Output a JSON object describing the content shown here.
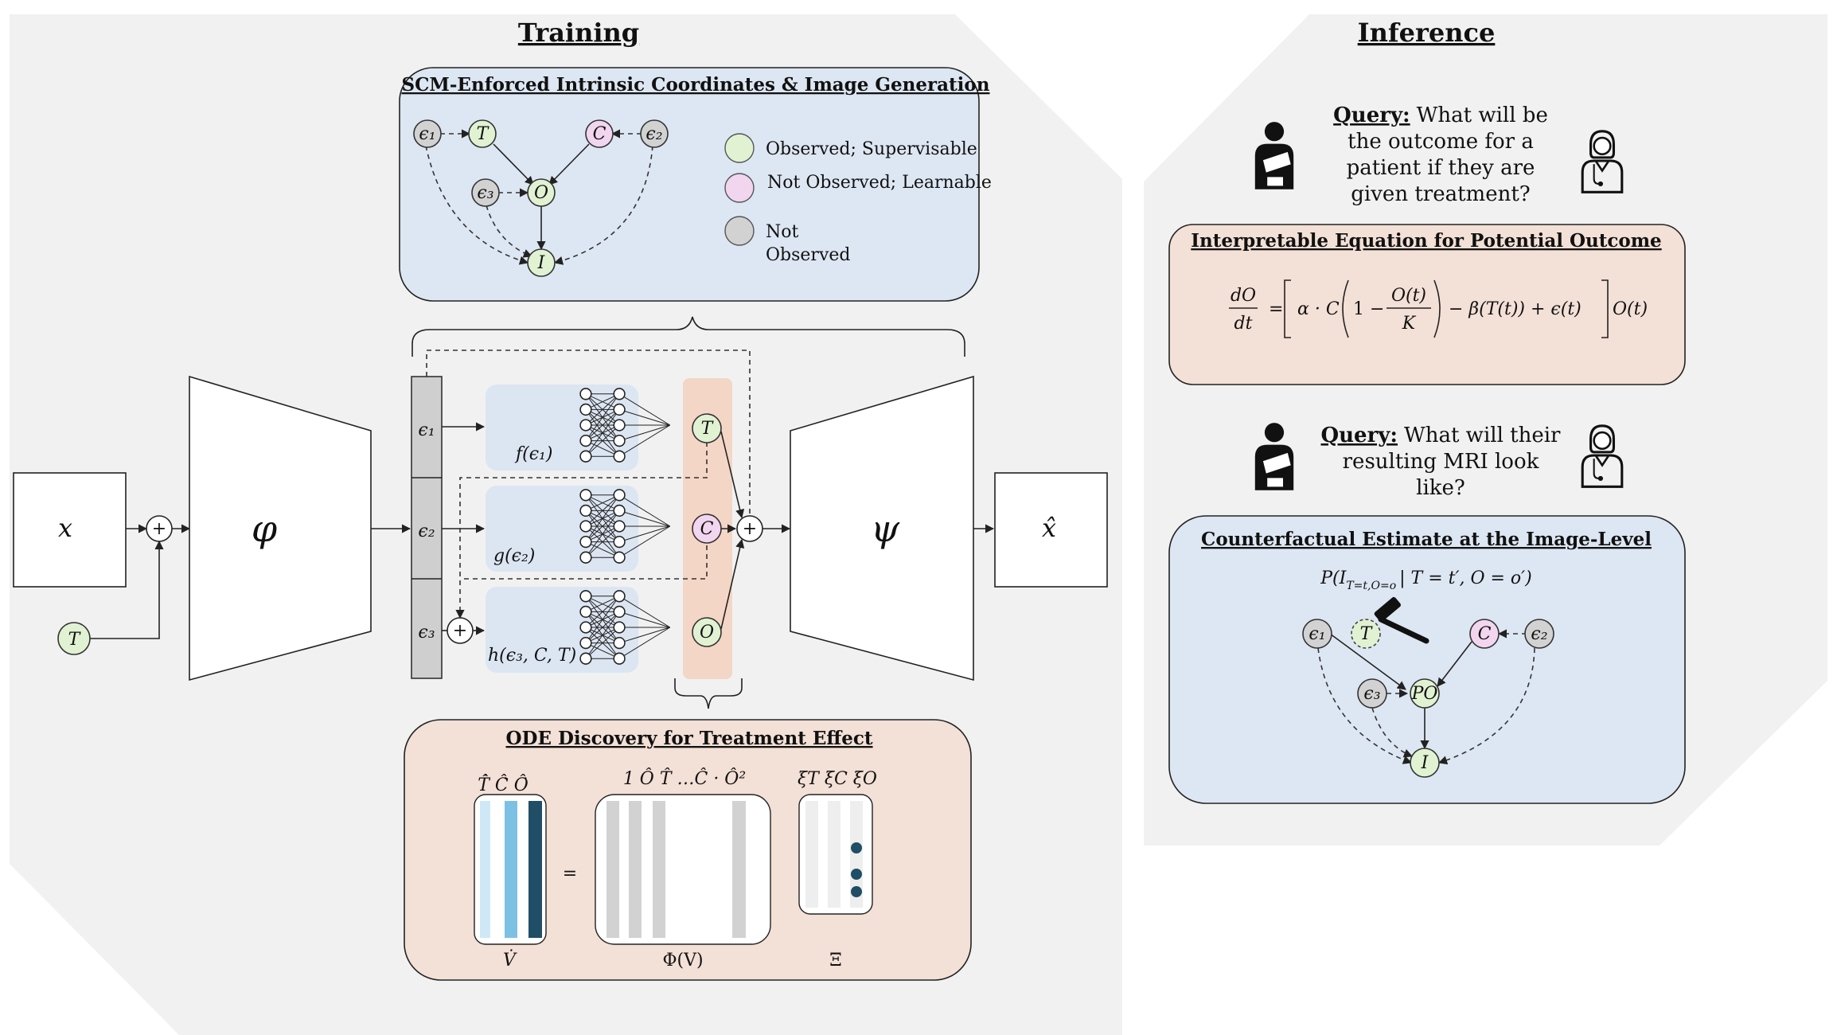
{
  "training": {
    "title": "Training",
    "scm": {
      "title": "SCM-Enforced Intrinsic Coordinates & Image Generation",
      "nodes": {
        "e1": "ϵ₁",
        "T": "T",
        "C": "C",
        "e2": "ϵ₂",
        "e3": "ϵ₃",
        "O": "O",
        "I": "I"
      },
      "legend": {
        "observed": "Observed; Supervisable",
        "not_observed_learnable": "Not Observed; Learnable",
        "not_observed_1": "Not",
        "not_observed_2": "Observed"
      }
    },
    "pipeline": {
      "x": "x",
      "plus": "+",
      "T_input": "T",
      "encoder": "φ",
      "decoder": "ψ",
      "xhat": "x̂",
      "latents": [
        "ϵ₁",
        "ϵ₂",
        "ϵ₃"
      ],
      "functions": [
        "f(ϵ₁)",
        "g(ϵ₂)",
        "h(ϵ₃, C, T)"
      ],
      "outputs": [
        "T",
        "C",
        "O"
      ]
    },
    "ode": {
      "title": "ODE Discovery for Treatment Effect",
      "lhs_header": "T̂̇ Ĉ̇ Ô̇",
      "lib_header": "1 Ô T̂ …Ĉ · Ô²",
      "xi_header": "ξT ξC ξO",
      "equals": "=",
      "lhs_label": "V̇",
      "lib_label": "Φ(V)",
      "xi_label": "Ξ"
    }
  },
  "inference": {
    "title": "Inference",
    "query1": {
      "bold": "Query:",
      "line1": "What will be",
      "line2": "the outcome for a",
      "line3": "patient if they are",
      "line4": "given treatment?"
    },
    "equation": {
      "title": "Interpretable Equation for Potential Outcome",
      "dO": "dO",
      "dt": "dt",
      "eq": "=",
      "part1": "α · C",
      "one": "1 −",
      "frac_num": "O(t)",
      "frac_den": "K",
      "part2": "− β(T(t)) + ϵ(t)",
      "tail": "O(t)"
    },
    "query2": {
      "bold": "Query:",
      "line1": "What will their",
      "line2": "resulting MRI look",
      "line3": "like?"
    },
    "counterfactual": {
      "title": "Counterfactual Estimate at the Image-Level",
      "formula_a": "P(",
      "formula_b": "I",
      "formula_sub": "T=t,O=o",
      "formula_c": "| T = t′, O = o′)",
      "nodes": {
        "e1": "ϵ₁",
        "T": "T",
        "C": "C",
        "e2": "ϵ₂",
        "e3": "ϵ₃",
        "PO": "PO",
        "I": "I"
      }
    }
  },
  "colors": {
    "panel": "#f1f1f1",
    "blue_box": "#dde7f3",
    "orange_box": "#f3e0d6",
    "observed": "#e1f2d3",
    "learnable": "#f2d5ee",
    "not_observed": "#d2d2d2",
    "orange_strip": "#f4d6c6"
  },
  "icons": [
    "patient-icon",
    "doctor-icon",
    "hammer-icon",
    "neural-network-icon"
  ]
}
